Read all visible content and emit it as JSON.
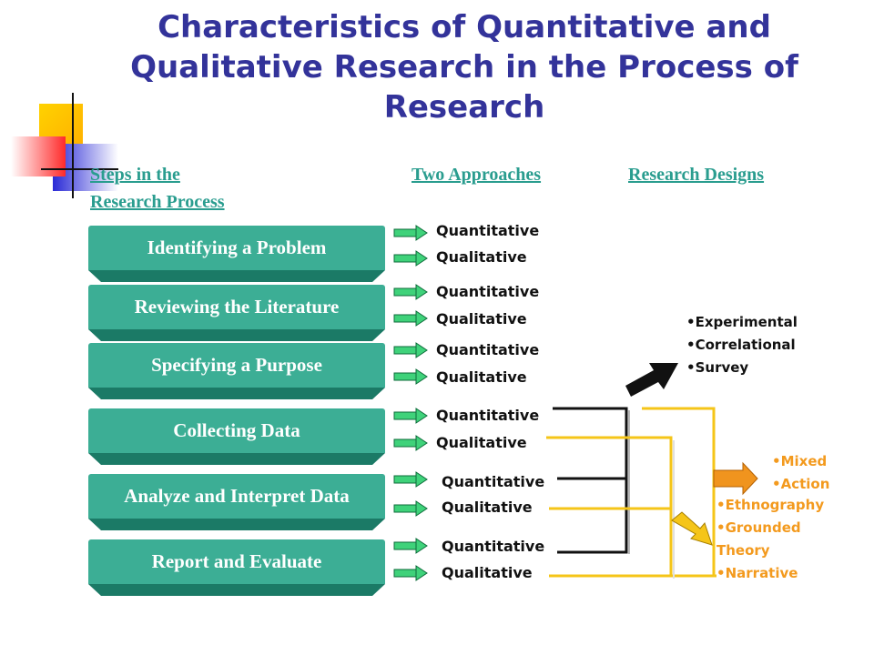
{
  "title": "Characteristics of Quantitative and Qualitative Research in the Process of Research",
  "headers": {
    "steps_line1": "Steps in the",
    "steps_line2": "Research Process",
    "approaches": "Two Approaches",
    "designs": "Research Designs"
  },
  "steps": [
    {
      "label": "Identifying a Problem"
    },
    {
      "label": "Reviewing the Literature"
    },
    {
      "label": "Specifying a Purpose"
    },
    {
      "label": "Collecting Data"
    },
    {
      "label": "Analyze and Interpret Data"
    },
    {
      "label": "Report and Evaluate"
    }
  ],
  "approaches": {
    "quantitative": "Quantitative",
    "qualitative": "Qualitative"
  },
  "quantitative_designs": [
    "Experimental",
    "Correlational",
    "Survey"
  ],
  "mixed_designs": [
    "Mixed",
    "Action"
  ],
  "qualitative_designs": [
    "Ethnography",
    "Grounded Theory",
    "Narrative"
  ],
  "colors": {
    "title": "#33339a",
    "step_box": "#3cae95",
    "header_link": "#2a9d8f",
    "qualitative_line": "#f5c518",
    "mixed_design_text": "#f39a1e",
    "arrow_green": "#3fd27a"
  }
}
